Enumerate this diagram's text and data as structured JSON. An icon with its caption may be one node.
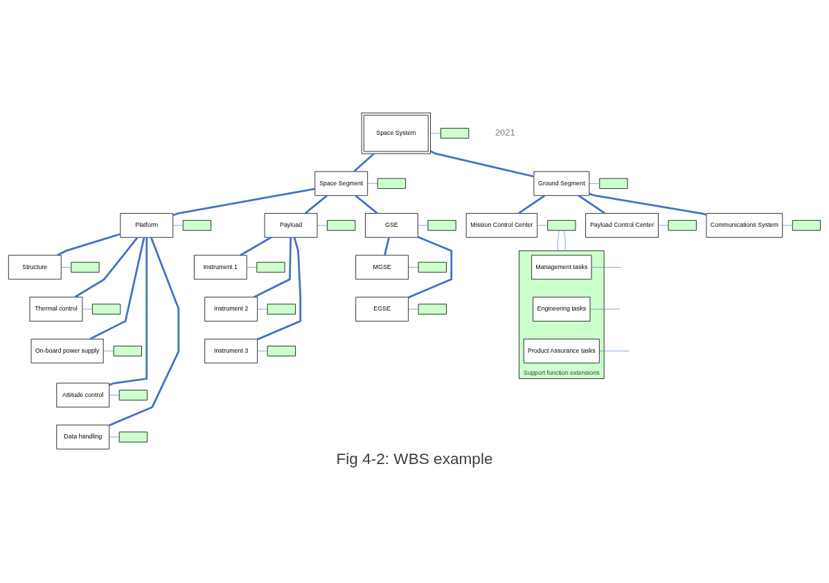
{
  "diagram": {
    "caption": "Fig 4-2: WBS example",
    "nodes": [
      {
        "text": [
          "Space System"
        ]
      },
      {
        "text": [],
        "shape": "box"
      },
      {
        "text": [
          "Space Segment"
        ]
      },
      {
        "text": [],
        "shape": "box"
      },
      {
        "text": [
          "Ground Segment"
        ]
      },
      {
        "text": [],
        "shape": "box"
      },
      {
        "text": [
          "Platform"
        ]
      },
      {
        "text": [],
        "shape": "box"
      },
      {
        "text": [
          "Payload"
        ]
      },
      {
        "text": [],
        "shape": "box"
      },
      {
        "text": [
          "GSE"
        ]
      },
      {
        "text": [],
        "shape": "box"
      },
      {
        "text": [
          "Mission Control Center"
        ]
      },
      {
        "text": [],
        "shape": "box"
      },
      {
        "text": [
          "Payload Control Center"
        ]
      },
      {
        "text": [],
        "shape": "box"
      },
      {
        "text": [
          "Communications System"
        ]
      },
      {
        "text": [],
        "shape": "box"
      },
      {
        "text": [
          "Structure"
        ]
      },
      {
        "text": [],
        "shape": "box"
      },
      {
        "text": [
          "Thermal control"
        ]
      },
      {
        "text": [],
        "shape": "box"
      },
      {
        "text": [
          "On-board power supply"
        ]
      },
      {
        "text": [],
        "shape": "box"
      },
      {
        "text": [
          "Attitude control"
        ]
      },
      {
        "text": [],
        "shape": "box"
      },
      {
        "text": [
          "Data handling"
        ]
      },
      {
        "text": [],
        "shape": "box"
      },
      {
        "text": [
          "Instrument 1"
        ]
      },
      {
        "text": [],
        "shape": "box"
      },
      {
        "text": [
          "Instrument 2"
        ]
      },
      {
        "text": [],
        "shape": "box"
      },
      {
        "text": [
          "Instrument 3"
        ]
      },
      {
        "text": [],
        "shape": "box"
      },
      {
        "text": [
          "MGSE"
        ]
      },
      {
        "text": [],
        "shape": "box"
      },
      {
        "text": [
          "EGSE"
        ]
      },
      {
        "text": [],
        "shape": "box"
      },
      {
        "text": [
          "Support function extensions"
        ]
      },
      {
        "text": [
          "Management tasks"
        ],
        "in": 38
      },
      {
        "text": [
          "Engineering tasks"
        ],
        "in": 38
      },
      {
        "text": [
          "Product Assurance tasks"
        ],
        "in": 38
      }
    ],
    "edges": [
      {
        "from": 0,
        "to": 1,
        "arrow": "none"
      },
      {
        "from": 0,
        "to": 2,
        "arrow": "none",
        "style": "thick"
      },
      {
        "from": 0,
        "to": 4,
        "arrow": "none",
        "style": "thick"
      },
      {
        "from": 2,
        "to": 3,
        "arrow": "none"
      },
      {
        "from": 4,
        "to": 5,
        "arrow": "none"
      },
      {
        "from": 2,
        "to": 6,
        "arrow": "none",
        "style": "thick"
      },
      {
        "from": 2,
        "to": 8,
        "arrow": "none",
        "style": "thick"
      },
      {
        "from": 2,
        "to": 10,
        "arrow": "none",
        "style": "thick"
      },
      {
        "from": 4,
        "to": 12,
        "arrow": "none",
        "style": "thick"
      },
      {
        "from": 4,
        "to": 14,
        "arrow": "none",
        "style": "thick"
      },
      {
        "from": 4,
        "to": 16,
        "arrow": "none",
        "style": "thick"
      },
      {
        "from": 6,
        "to": 7,
        "arrow": "none"
      },
      {
        "from": 8,
        "to": 9,
        "arrow": "none"
      },
      {
        "from": 10,
        "to": 11,
        "arrow": "none"
      },
      {
        "from": 12,
        "to": 13,
        "arrow": "none"
      },
      {
        "from": 14,
        "to": 15,
        "arrow": "none"
      },
      {
        "from": 16,
        "to": 17,
        "arrow": "none"
      },
      {
        "from": 6,
        "to": 18,
        "arrow": "none",
        "style": "thick"
      },
      {
        "from": 6,
        "to": 20,
        "arrow": "none",
        "style": "thick"
      },
      {
        "from": 6,
        "to": 22,
        "arrow": "none",
        "style": "thick"
      },
      {
        "from": 6,
        "to": 24,
        "arrow": "none",
        "style": "thick"
      },
      {
        "from": 6,
        "to": 26,
        "arrow": "none",
        "style": "thick"
      },
      {
        "from": 18,
        "to": 19,
        "arrow": "none"
      },
      {
        "from": 20,
        "to": 21,
        "arrow": "none"
      },
      {
        "from": 22,
        "to": 23,
        "arrow": "none"
      },
      {
        "from": 24,
        "to": 25,
        "arrow": "none"
      },
      {
        "from": 26,
        "to": 27,
        "arrow": "none"
      },
      {
        "from": 8,
        "to": 28,
        "arrow": "none",
        "style": "thick"
      },
      {
        "from": 8,
        "to": 30,
        "arrow": "none",
        "style": "thick"
      },
      {
        "from": 8,
        "to": 32,
        "arrow": "none",
        "style": "thick"
      },
      {
        "from": 28,
        "to": 29,
        "arrow": "none"
      },
      {
        "from": 30,
        "to": 31,
        "arrow": "none"
      },
      {
        "from": 32,
        "to": 33,
        "arrow": "none"
      },
      {
        "from": 10,
        "to": 34,
        "arrow": "none",
        "style": "thick"
      },
      {
        "from": 10,
        "to": 36,
        "arrow": "none",
        "style": "thick"
      },
      {
        "from": 34,
        "to": 35,
        "arrow": "none"
      },
      {
        "from": 36,
        "to": 37,
        "arrow": "none"
      },
      {
        "from": 13,
        "to": 38,
        "arrow": "none"
      },
      {
        "from": 13,
        "to": 38,
        "arrow": "none"
      },
      {
        "from": 39,
        "to": null,
        "arrow": "none"
      },
      {
        "from": 40,
        "to": null,
        "arrow": "none"
      },
      {
        "from": 41,
        "to": null,
        "arrow": "none"
      }
    ],
    "labels": [
      "2021"
    ]
  }
}
